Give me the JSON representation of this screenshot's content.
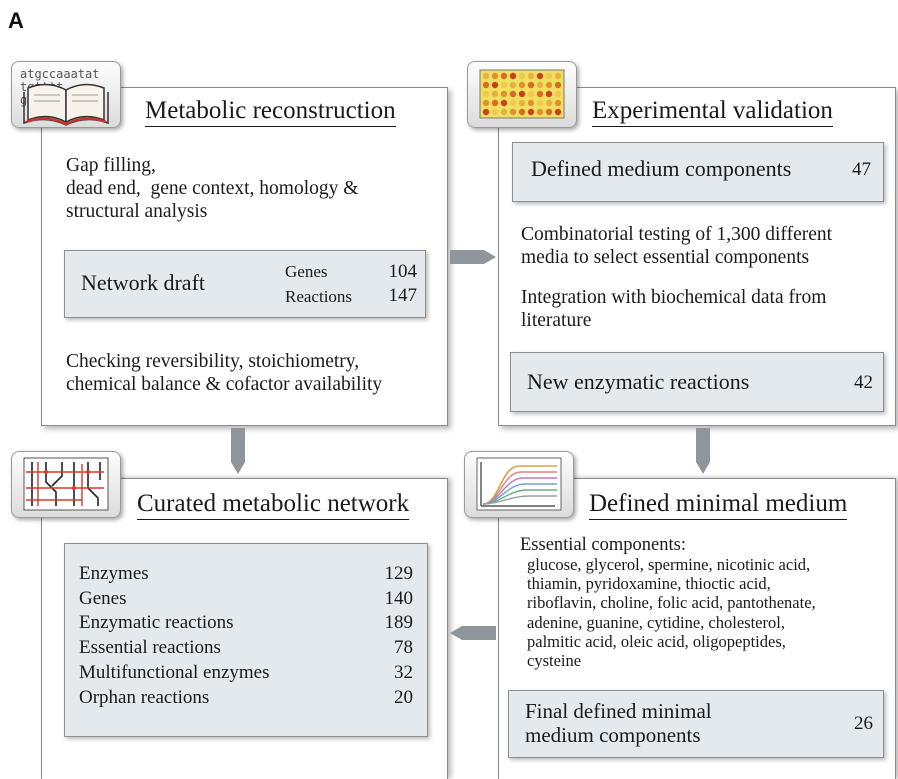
{
  "panel_label": "A",
  "reconstruction": {
    "title": "Metabolic reconstruction",
    "icon_text": "atgccaaatat\ntgtttt\nga",
    "gap_text": "Gap filling,\ndead end,  gene context, homology &\nstructural analysis",
    "draft": {
      "label": "Network draft",
      "genes_label": "Genes",
      "genes_value": "104",
      "reactions_label": "Reactions",
      "reactions_value": "147"
    },
    "checking_text": "Checking reversibility, stoichiometry,\nchemical balance & cofactor availability"
  },
  "validation": {
    "title": "Experimental validation",
    "defined_label": "Defined medium components",
    "defined_value": "47",
    "combinatorial_text": "Combinatorial testing of 1,300 different\nmedia to select essential components",
    "integration_text": "Integration with biochemical data from\nliterature",
    "new_label": "New enzymatic reactions",
    "new_value": "42"
  },
  "curated": {
    "title": "Curated metabolic network",
    "stats": [
      {
        "label": "Enzymes",
        "value": "129"
      },
      {
        "label": "Genes",
        "value": "140"
      },
      {
        "label": "Enzymatic reactions",
        "value": "189"
      },
      {
        "label": "Essential reactions",
        "value": "78"
      },
      {
        "label": "Multifunctional enzymes",
        "value": "32"
      },
      {
        "label": "Orphan reactions",
        "value": "20"
      }
    ]
  },
  "minimal": {
    "title": "Defined minimal medium",
    "essential_heading": "Essential  components:",
    "essential_list": "glucose, glycerol, spermine, nicotinic acid,\nthiamin, pyridoxamine, thioctic acid,\nriboflavin, choline, folic acid, pantothenate,\nadenine, guanine, cytidine, cholesterol,\npalmitic acid, oleic acid, oligopeptides,\ncysteine",
    "final_label": "Final defined minimal\nmedium components",
    "final_value": "26"
  }
}
